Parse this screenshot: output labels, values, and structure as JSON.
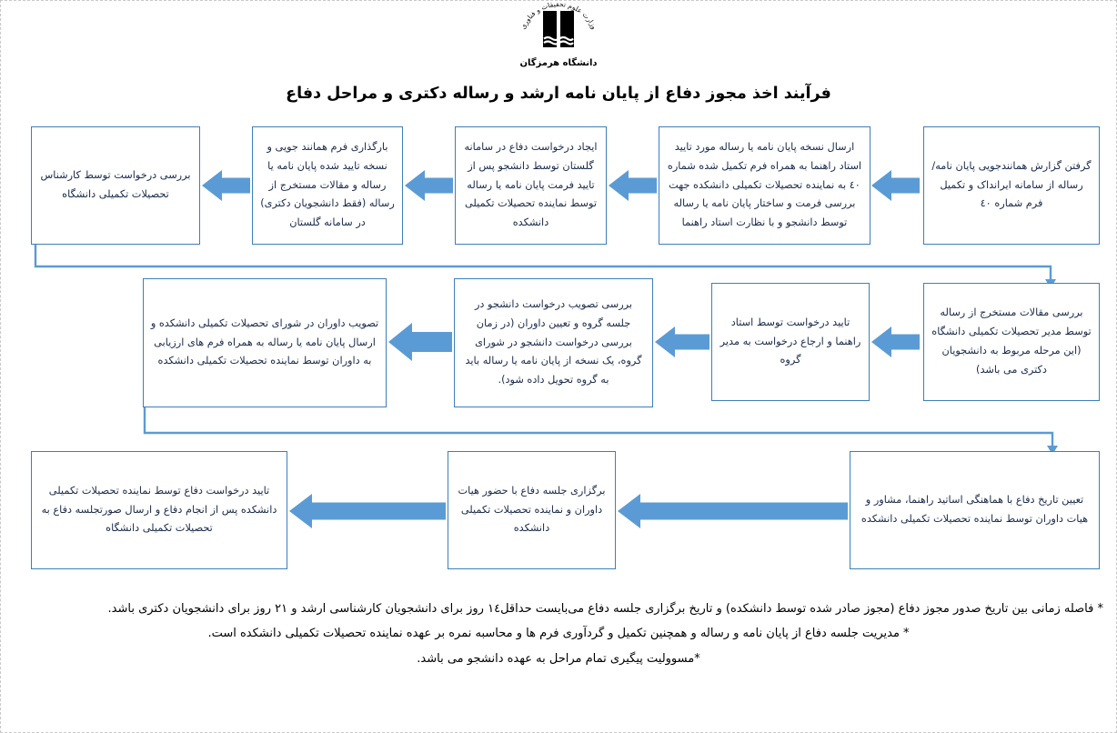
{
  "header": {
    "logo_caption": "دانشگاه هرمزگان",
    "logo_ring_text": "وزارت علوم تحقیقات و فناوری",
    "title": "فرآیند اخذ مجوز دفاع از پایان نامه ارشد و رساله دکتری و مراحل دفاع"
  },
  "flow": {
    "row1": [
      {
        "id": "step-1",
        "text": "گرفتن گزارش همانندجویی  پایان نامه/ رساله از سامانه ایرانداک و تکمیل فرم شماره ٤٠"
      },
      {
        "id": "step-2",
        "text": "ارسال نسخه پایان نامه یا رساله مورد تایید استاد راهنما به همراه فرم تکمیل شده شماره ٤٠ به نماینده تحصیلات تکمیلی دانشکده جهت بررسی فرمت و ساختار پایان نامه یا رساله توسط دانشجو و با نظارت استاد راهنما"
      },
      {
        "id": "step-3",
        "text": "ایجاد درخواست دفاع در سامانه گلستان توسط دانشجو پس از تایید فرمت پایان نامه یا رساله توسط نماینده تحصیلات تکمیلی دانشکده"
      },
      {
        "id": "step-4",
        "text": "بارگذاری فرم همانند جویی و نسخه تایید شده پایان نامه یا رساله و مقالات مستخرج از رساله (فقط دانشجویان دکتری) در سامانه گلستان"
      },
      {
        "id": "step-5",
        "text": "بررسی درخواست توسط کارشناس تحصیلات تکمیلی دانشگاه"
      }
    ],
    "row2": [
      {
        "id": "step-6",
        "text": "بررسی مقالات مستخرج از رساله توسط مدیر تحصیلات تکمیلی دانشگاه (این مرحله مربوط به دانشجویان دکتری می باشد)"
      },
      {
        "id": "step-7",
        "text": "تایید درخواست توسط استاد راهنما و ارجاع درخواست به مدیر گروه"
      },
      {
        "id": "step-8",
        "text": "بررسی تصویب درخواست دانشجو در جلسه گروه و تعیین داوران (در زمان بررسی درخواست دانشجو در شورای گروه، یک نسخه از پایان نامه یا رساله باید به گروه تحویل داده شود)."
      },
      {
        "id": "step-9",
        "text": "تصویب داوران در شورای تحصیلات تکمیلی دانشکده و ارسال پایان نامه یا رساله به همراه فرم های ارزیابی به داوران توسط نماینده تحصیلات تکمیلی دانشکده"
      }
    ],
    "row3": [
      {
        "id": "step-10",
        "text": "تعیین تاریخ دفاع با هماهنگی اساتید راهنما، مشاور و هیات داوران توسط نماینده تحصیلات تکمیلی دانشکده"
      },
      {
        "id": "step-11",
        "text": "برگزاری جلسه دفاع با حضور هیات داوران و نماینده تحصیلات تکمیلی دانشکده"
      },
      {
        "id": "step-12",
        "text": "تایید درخواست دفاع توسط نماینده تحصیلات تکمیلی دانشکده پس از انجام دفاع و ارسال صورتجلسه دفاع به تحصیلات تکمیلی دانشگاه"
      }
    ]
  },
  "notes": [
    "* فاصله زمانی بین تاریخ صدور مجوز دفاع (مجوز صادر شده توسط دانشکده) و تاریخ برگزاری جلسه دفاع می‌بایست حداقل١٤ روز برای دانشجویان کارشناسی ارشد و ٢١ روز برای دانشجویان دکتری باشد.",
    "* مدیریت جلسه دفاع از پایان نامه و رساله و همچنین تکمیل و گردآوری فرم ها و محاسبه نمره بر عهده نماینده تحصیلات تکمیلی دانشکده است.",
    "*مسوولیت پیگیری تمام مراحل به عهده دانشجو می باشد."
  ],
  "colors": {
    "box_border": "#3d7fb8",
    "arrow_fill": "#5b9bd5",
    "connector": "#5b9bd5",
    "text": "#1a2b4a"
  }
}
